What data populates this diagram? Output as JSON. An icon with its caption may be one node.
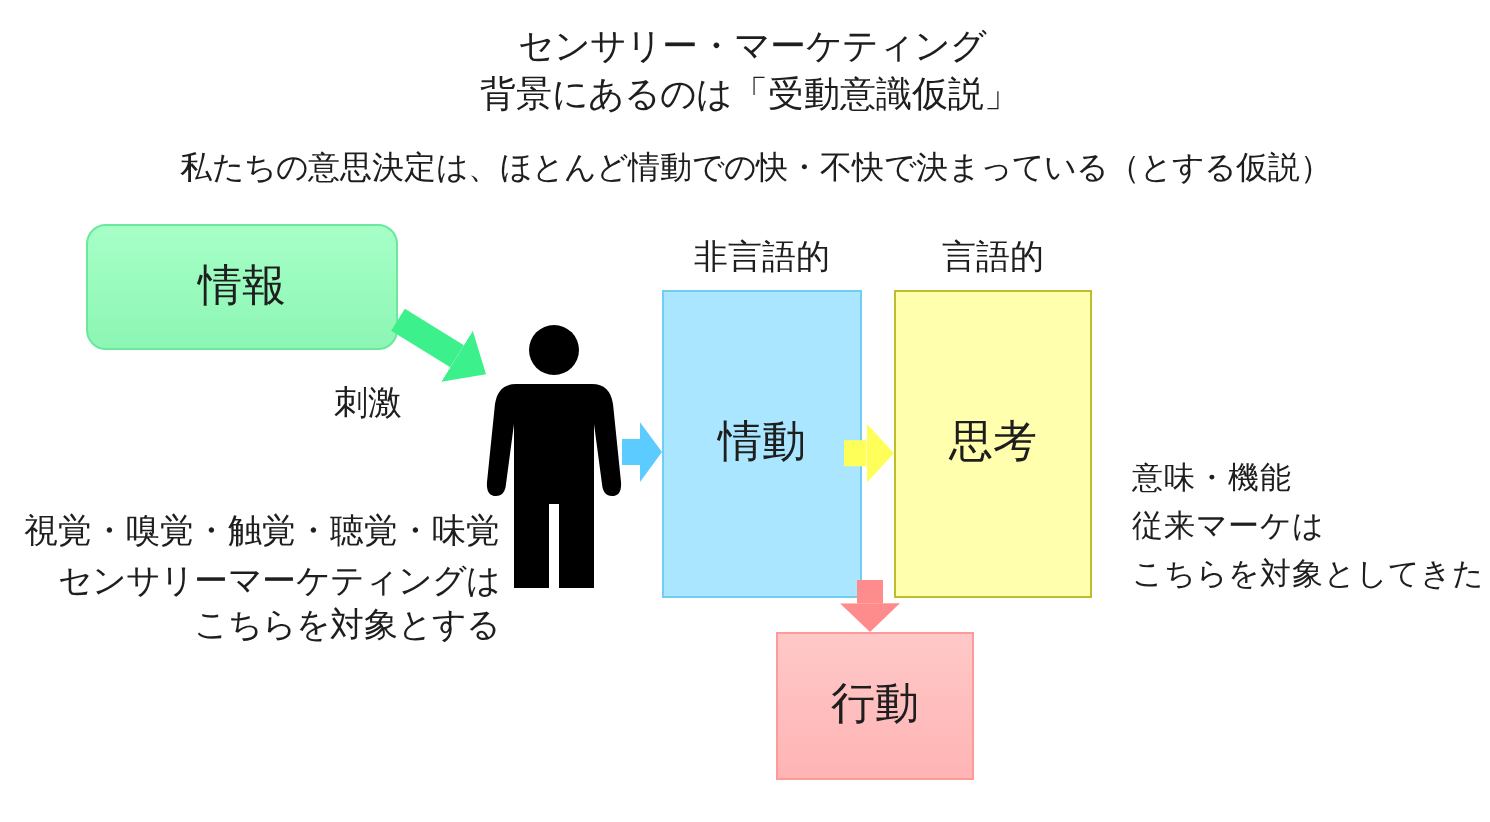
{
  "diagram": {
    "title": "センサリー・マーケティング",
    "nodes": [
      {
        "text": [
          "情報"
        ]
      },
      {
        "text": [],
        "shape": "person"
      },
      {
        "text": [
          "非言語的",
          "情動"
        ]
      },
      {
        "text": [
          "言語的",
          "思考"
        ]
      },
      {
        "text": [
          "行動"
        ]
      }
    ],
    "edges": [
      {
        "from": 0,
        "to": 1,
        "arrow": "to",
        "label": "刺激",
        "color": "#3cf08c"
      },
      {
        "from": 1,
        "to": 2,
        "arrow": "to",
        "color": "#5ccbff"
      },
      {
        "from": 2,
        "to": 3,
        "arrow": "to",
        "color": "#ffff5a"
      },
      {
        "from": 2,
        "to": 4,
        "arrow": "to",
        "color": "#ff8c8c"
      }
    ],
    "labels": [
      "背景にあるのは「受動意識仮説」",
      "私たちの意思決定は、ほとんど情動での快・不快で決まっている（とする仮説）",
      "視覚・嗅覚・触覚・聴覚・味覚",
      "センサリーマーケティングは",
      "こちらを対象とする",
      "意味・機能",
      "従来マーケは",
      "こちらを対象としてきた"
    ]
  }
}
